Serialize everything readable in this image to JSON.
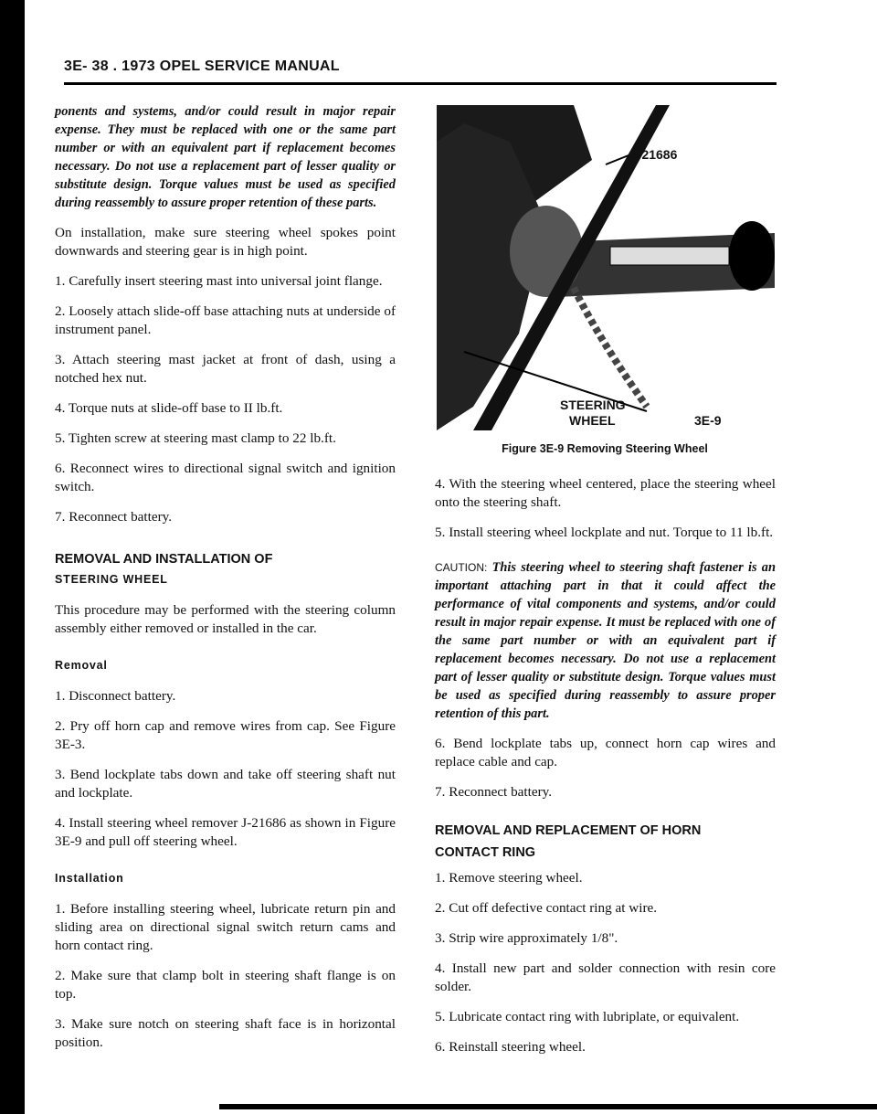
{
  "header": {
    "title": "3E- 38 . 1973 OPEL SERVICE MANUAL"
  },
  "left": {
    "caution_cont": "ponents and systems, and/or could result in major repair expense. They must be replaced with one or the same part number or with an equivalent part if replacement becomes necessary. Do not use a replacement part of lesser quality or substitute design. Torque values must be used as specified during reassembly to assure proper retention of these parts.",
    "p1": "On installation, make sure steering wheel spokes point downwards and steering gear is in high point.",
    "steps": [
      "1. Carefully insert steering mast into universal joint flange.",
      "2. Loosely attach slide-off base attaching nuts at underside of instrument panel.",
      "3. Attach steering mast jacket at front of dash, using a notched hex nut.",
      "4. Torque nuts at slide-off base to II lb.ft.",
      "5. Tighten screw at steering mast clamp to 22 lb.ft.",
      "6. Reconnect wires to directional signal switch and ignition switch.",
      "7. Reconnect battery."
    ],
    "section_title": "REMOVAL AND INSTALLATION OF",
    "section_sub": "STEERING WHEEL",
    "section_intro": "This procedure may be performed with the steering column assembly either removed or installed in the car.",
    "removal_title": "Removal",
    "removal_steps": [
      "1. Disconnect battery.",
      "2. Pry off horn cap and remove wires from cap. See Figure 3E-3.",
      "3. Bend lockplate tabs down and take off steering shaft nut and lockplate.",
      "4. Install steering wheel remover J-21686 as shown in Figure 3E-9 and pull off steering wheel."
    ],
    "installation_title": "Installation",
    "installation_steps": [
      "1. Before installing steering wheel, lubricate return pin and sliding area on directional signal switch return cams and horn contact ring.",
      "2. Make sure that clamp bolt in steering shaft flange is on top.",
      "3. Make sure notch on steering shaft face is in horizontal position."
    ]
  },
  "figure": {
    "label_tool": "J-21686",
    "label_wheel_1": "STEERING",
    "label_wheel_2": "WHEEL",
    "fig_id": "3E-9",
    "caption": "Figure 3E-9 Removing Steering Wheel"
  },
  "right": {
    "steps_a": [
      "4. With the steering wheel centered, place the steering wheel onto the steering shaft.",
      "5. Install steering wheel lockplate and nut. Torque to 11 lb.ft."
    ],
    "caution_label": "CAUTION:",
    "caution_text": "This steering wheel to steering shaft fastener is an important attaching part in that it could affect the performance of vital components and systems, and/or could result in major repair expense. It must be replaced with one of the same part number or with an equivalent part if replacement becomes necessary. Do not use a replacement part of lesser quality or substitute design. Torque values must be used as specified during reassembly to assure proper retention of this part.",
    "steps_b": [
      "6. Bend lockplate tabs up, connect horn cap wires and replace cable and cap.",
      "7. Reconnect battery."
    ],
    "section_title": "REMOVAL AND REPLACEMENT OF HORN CONTACT RING",
    "horn_steps": [
      "1. Remove steering wheel.",
      "2. Cut off defective contact ring at wire.",
      "3. Strip wire approximately 1/8\".",
      "4. Install new part and solder connection with resin core solder.",
      "5. Lubricate contact ring with lubriplate, or equivalent.",
      "6. Reinstall steering wheel."
    ]
  }
}
